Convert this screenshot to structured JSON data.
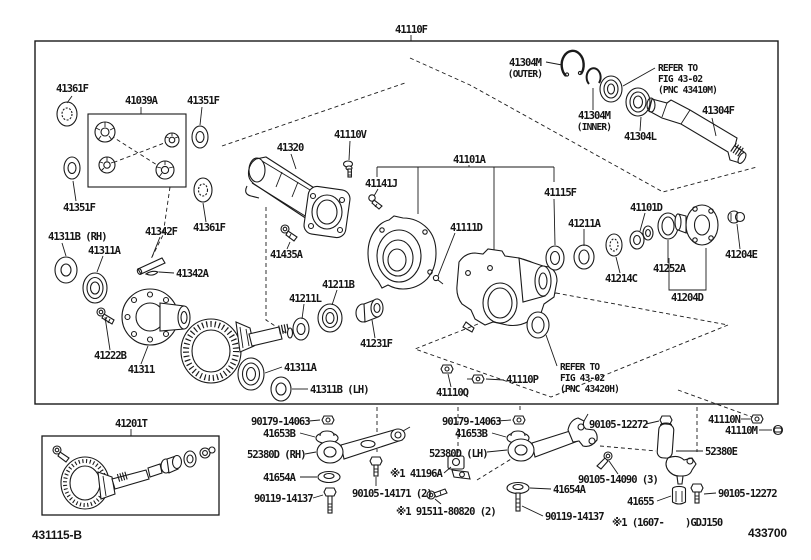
{
  "figure": {
    "title_code": "41110F",
    "fig_code": "431115-B",
    "page_code": "433700"
  },
  "colors": {
    "line": "#1a1a1a",
    "background": "#ffffff"
  },
  "callouts": {
    "header": {
      "figure": "41110F"
    },
    "gear_kit": {
      "washer_top": "41361F",
      "kit_box": "41039A",
      "washer_right": "41351F",
      "washer_left2": "41351F",
      "washer_right2": "41361F"
    },
    "diff_case": {
      "seal_rh": "41311B (RH)",
      "bearing_rh": "41311A",
      "pin": "41342F",
      "clip": "41342A",
      "bolt": "41222B",
      "case": "41311",
      "bearing_lh": "41311A",
      "seal_lh": "41311B (LH)"
    },
    "tube": {
      "tube": "41320",
      "breather": "41110V",
      "bolt_front": "41435A",
      "bolt_side": "41141J"
    },
    "carrier": {
      "assy": "41101A",
      "stud": "41111D",
      "seal": "41115F",
      "spacer": "41101D",
      "bushing_a": "41211A",
      "washer_c": "41214C",
      "seal_a": "41252A",
      "plug": "41204E",
      "flange": "41204D",
      "bushing_b": "41211B",
      "washer_l": "41211L",
      "spacer_f": "41231F",
      "bolt_p": "41110P",
      "nut_q": "41110Q",
      "refer2_l1": "REFER TO",
      "refer2_l2": "FIG 43-02",
      "refer2_l3": "(PNC 43420H)"
    },
    "output_shaft": {
      "ring_outer": "41304M",
      "ring_outer_sub": "(OUTER)",
      "refer1_l1": "REFER TO",
      "refer1_l2": "FIG 43-02",
      "refer1_l3": "(PNC 43410M)",
      "ring_inner": "41304M",
      "ring_inner_sub": "(INNER)",
      "bearing": "41304L",
      "shaft": "41304F"
    },
    "gear_set_box": {
      "set": "41201T"
    },
    "mount_rh": {
      "nut": "90179-14063",
      "cushion": "41653B",
      "arm": "52380D (RH)",
      "retainer": "41654A",
      "bolt": "90119-14137",
      "stud": "90105-14171 (2)",
      "damper": "※1 41196A",
      "damper_bolt": "※1 91511-80820 (2)"
    },
    "mount_lh": {
      "nut": "90179-14063",
      "cushion": "41653B",
      "arm": "52380D (LH)",
      "retainer": "41654A",
      "bolt": "90119-14137",
      "bolt_b": "90105-14090 (3)",
      "bolt_top": "90105-12272",
      "bracket": "52380E",
      "collar": "41655",
      "bolt_low": "90105-12272",
      "nut_n": "41110N",
      "bolt_m": "41110M"
    },
    "footer": {
      "note_left": "※1 (1607-",
      "note_right": ")GDJ150",
      "page_code": "433700",
      "fig_code": "431115-B"
    }
  }
}
